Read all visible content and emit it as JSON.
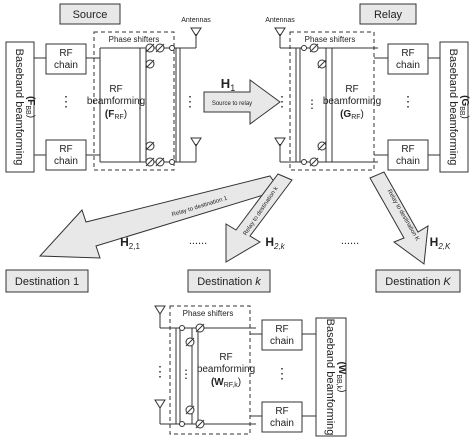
{
  "source": {
    "title": "Source",
    "baseband_label": "Baseband beamforming",
    "baseband_symbol": "(F",
    "baseband_sub": "BB",
    "baseband_close": ")",
    "rf_chain_top": "RF",
    "rf_chain_bottom": "chain",
    "rf_bf_line1": "RF",
    "rf_bf_line2": "beamforming",
    "rf_bf_symbol": "(F",
    "rf_bf_sub": "RF",
    "rf_bf_close": ")",
    "phase_shifters": "Phase shifters",
    "antennas": "Antennas"
  },
  "relay": {
    "title": "Relay",
    "baseband_label": "Baseband beamforming",
    "baseband_symbol": "(G",
    "baseband_sub": "BB",
    "baseband_close": ")",
    "rf_chain_top": "RF",
    "rf_chain_bottom": "chain",
    "rf_bf_line1": "RF",
    "rf_bf_line2": "beamforming",
    "rf_bf_symbol": "(G",
    "rf_bf_sub": "RF",
    "rf_bf_close": ")",
    "phase_shifters": "Phase shifters",
    "antennas": "Antennas"
  },
  "destination_k": {
    "baseband_label": "Baseband beamforming",
    "baseband_symbol": "(W",
    "baseband_sub": "BB,k",
    "baseband_close": ")",
    "rf_chain_top": "RF",
    "rf_chain_bottom": "chain",
    "rf_bf_line1": "RF",
    "rf_bf_line2": "beamforming",
    "rf_bf_symbol": "(W",
    "rf_bf_sub": "RF,k",
    "rf_bf_close": ")",
    "phase_shifters": "Phase shifters"
  },
  "links": {
    "h1_main": "H",
    "h1_sub": "1",
    "h1_caption": "Source to relay",
    "h21_main": "H",
    "h21_sub": "2,1",
    "h2k_main": "H",
    "h2k_sub": "2,k",
    "h2K_main": "H",
    "h2K_sub": "2,K",
    "relay_to_dest1": "Relay to destination 1",
    "relay_to_destk": "Relay to destination k",
    "relay_to_destK": "Relay to destination K",
    "dots": "......"
  },
  "destinations": {
    "d1": "Destination 1",
    "dk_prefix": "Destination ",
    "dk_var": "k",
    "dK_prefix": "Destination ",
    "dK_var": "K"
  },
  "vdots": "⋮"
}
